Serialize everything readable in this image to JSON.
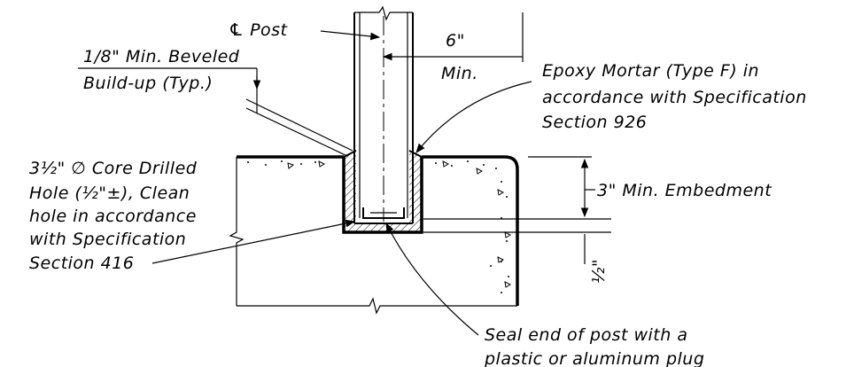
{
  "labels": {
    "cl_post": "℄ Post",
    "bevel_1": "1/8\" Min. Beveled",
    "bevel_2": "Build-up (Typ.)",
    "six_inch": "6\"",
    "min": "Min.",
    "epoxy_1": "Epoxy Mortar (Type F) in",
    "epoxy_2": "accordance with Specification",
    "epoxy_3": "Section 926",
    "core_1": "3½\" ∅ Core Drilled",
    "core_2": "Hole (½\"±), Clean",
    "core_3": "hole in accordance",
    "core_4": "with Specification",
    "core_5": "Section 416",
    "embed": "3\" Min. Embedment",
    "half": "½\"",
    "seal_1": "Seal end of post with a",
    "seal_2": "plastic or aluminum plug"
  }
}
